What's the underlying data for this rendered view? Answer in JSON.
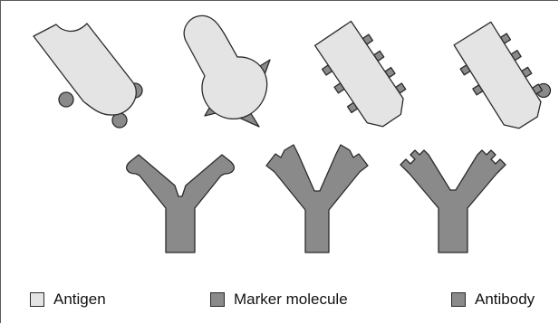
{
  "legend": [
    {
      "label": "Antigen",
      "color": "#e4e4e4"
    },
    {
      "label": "Marker molecule",
      "color": "#8a8a8a"
    },
    {
      "label": "Antibody",
      "color": "#8a8a8a"
    }
  ],
  "colors": {
    "antigen_fill": "#e4e4e4",
    "marker_fill": "#8a8a8a",
    "antibody_fill": "#8a8a8a",
    "outline": "#2b2b2b"
  },
  "figures": {
    "antigens": [
      "antigen-round-markers",
      "antigen-triangle-markers",
      "antigen-square-markers",
      "antigen-mixed-markers"
    ],
    "antibodies": [
      "antibody-round-sites",
      "antibody-notched-sites",
      "antibody-square-sites"
    ]
  }
}
